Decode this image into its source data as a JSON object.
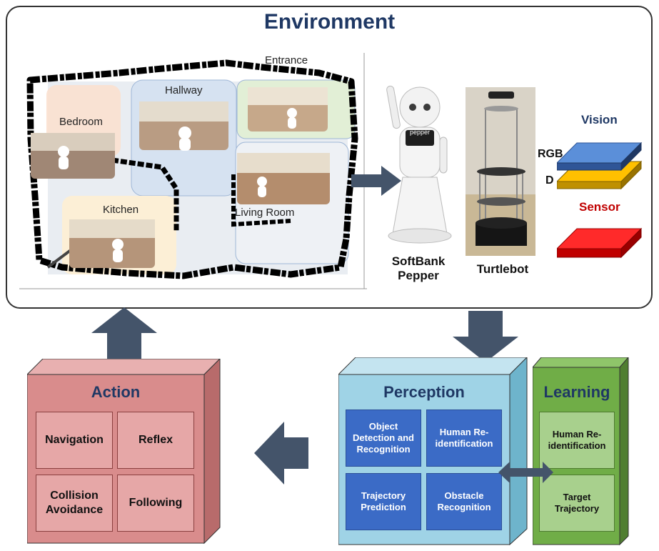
{
  "environment": {
    "title": "Environment",
    "map": {
      "rooms": {
        "entrance": "Entrance",
        "hallway": "Hallway",
        "bedroom": "Bedroom",
        "kitchen": "Kitchen",
        "living_room": "Living Room"
      }
    },
    "robots": {
      "pepper_line1": "SoftBank",
      "pepper_line2": "Pepper",
      "pepper_screen": "pepper",
      "turtlebot": "Turtlebot"
    },
    "sensors": {
      "vision": "Vision",
      "rgb": "RGB",
      "d": "D",
      "sensor": "Sensor"
    }
  },
  "action": {
    "title": "Action",
    "items": [
      "Navigation",
      "Reflex",
      "Collision Avoidance",
      "Following"
    ]
  },
  "perception": {
    "title": "Perception",
    "items": [
      "Object Detection and Recognition",
      "Human Re-identification",
      "Trajectory Prediction",
      "Obstacle Recognition"
    ]
  },
  "learning": {
    "title": "Learning",
    "items": [
      "Human Re-identification",
      "Target Trajectory"
    ]
  },
  "colors": {
    "title_navy": "#1f3864",
    "arrow": "#44546a",
    "action_face": "#e6a7a7",
    "action_box": "#d98c8c",
    "perception_box": "#9fd3e6",
    "perception_cell": "#3b6bc6",
    "learning_box": "#70ad47",
    "learning_cell": "#a8d08d",
    "vision_rgb": "#4472c4",
    "vision_d": "#ffc000",
    "sensor": "#ff0000"
  }
}
